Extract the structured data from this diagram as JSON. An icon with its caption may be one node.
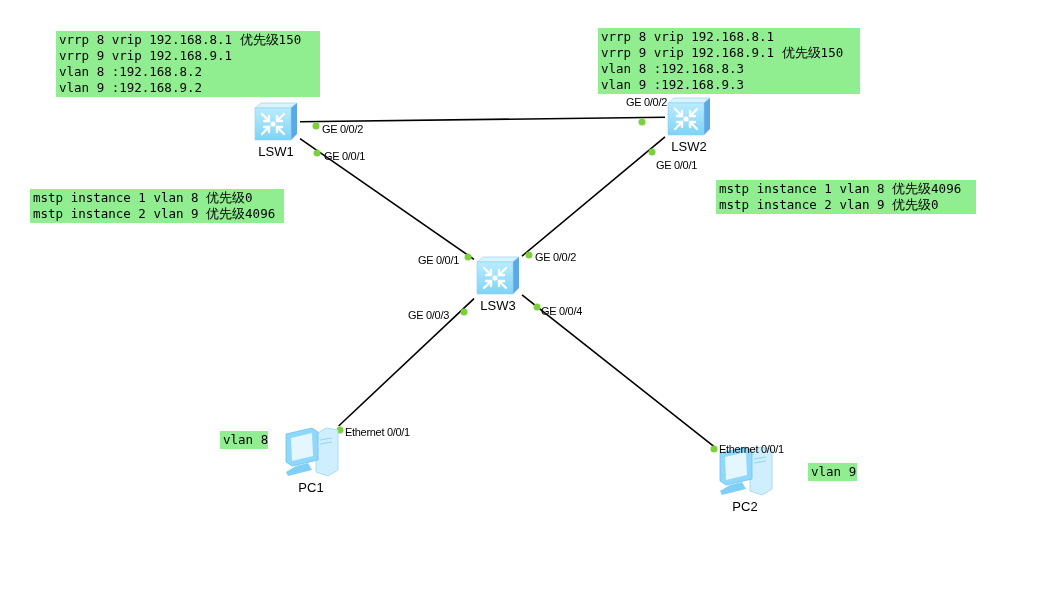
{
  "diagram": {
    "nodes": [
      {
        "text": [
          "LSW1"
        ]
      },
      {
        "text": [
          "LSW2"
        ]
      },
      {
        "text": [
          "LSW3"
        ]
      },
      {
        "text": [
          "PC1"
        ]
      },
      {
        "text": [
          "PC2"
        ]
      },
      {
        "text": [
          "vrrp 8 vrip 192.168.8.1 优先级150",
          "vrrp 9 vrip 192.168.9.1",
          "vlan 8 :192.168.8.2",
          "vlan 9 :192.168.9.2"
        ]
      },
      {
        "text": [
          "vrrp 8 vrip 192.168.8.1",
          "vrrp 9 vrip 192.168.9.1 优先级150",
          "vlan 8 :192.168.8.3",
          "vlan 9 :192.168.9.3"
        ]
      },
      {
        "text": [
          "mstp instance 1 vlan 8 优先级0",
          "mstp instance 2 vlan 9 优先级4096"
        ]
      },
      {
        "text": [
          "mstp instance 1 vlan 8 优先级4096",
          "mstp instance 2 vlan 9 优先级0"
        ]
      },
      {
        "text": [
          "vlan 8"
        ]
      },
      {
        "text": [
          "vlan 9"
        ]
      }
    ],
    "edges": [
      {
        "from": 0,
        "to": 1,
        "arrow": "none"
      },
      {
        "from": 0,
        "to": 2,
        "arrow": "none"
      },
      {
        "from": 1,
        "to": 2,
        "arrow": "none"
      },
      {
        "from": 2,
        "to": 3,
        "arrow": "none"
      },
      {
        "from": 2,
        "to": 4,
        "arrow": "none"
      }
    ],
    "labels": [
      "GE 0/0/2",
      "GE 0/0/2",
      "GE 0/0/1",
      "GE 0/0/1",
      "GE 0/0/1",
      "GE 0/0/2",
      "GE 0/0/3",
      "GE 0/0/4",
      "Ethernet 0/0/1",
      "Ethernet 0/0/1"
    ]
  }
}
